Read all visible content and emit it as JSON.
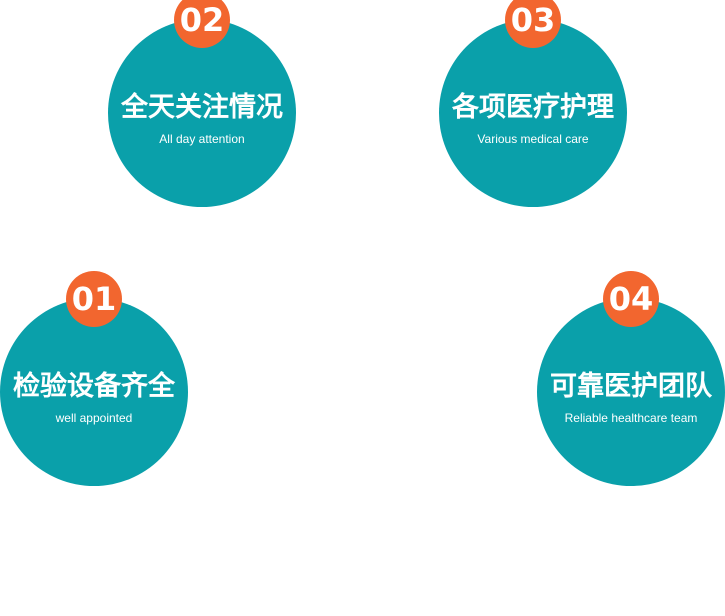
{
  "features": {
    "f01": {
      "number": "01",
      "title": "检验设备齐全",
      "subtitle": "well appointed"
    },
    "f02": {
      "number": "02",
      "title": "全天关注情况",
      "subtitle": "All day attention"
    },
    "f03": {
      "number": "03",
      "title": "各项医疗护理",
      "subtitle": "Various medical care"
    },
    "f04": {
      "number": "04",
      "title": "可靠医护团队",
      "subtitle": "Reliable healthcare team"
    }
  },
  "colors": {
    "circle": "#0aa0aa",
    "badge": "#f2662f",
    "text": "#ffffff"
  }
}
